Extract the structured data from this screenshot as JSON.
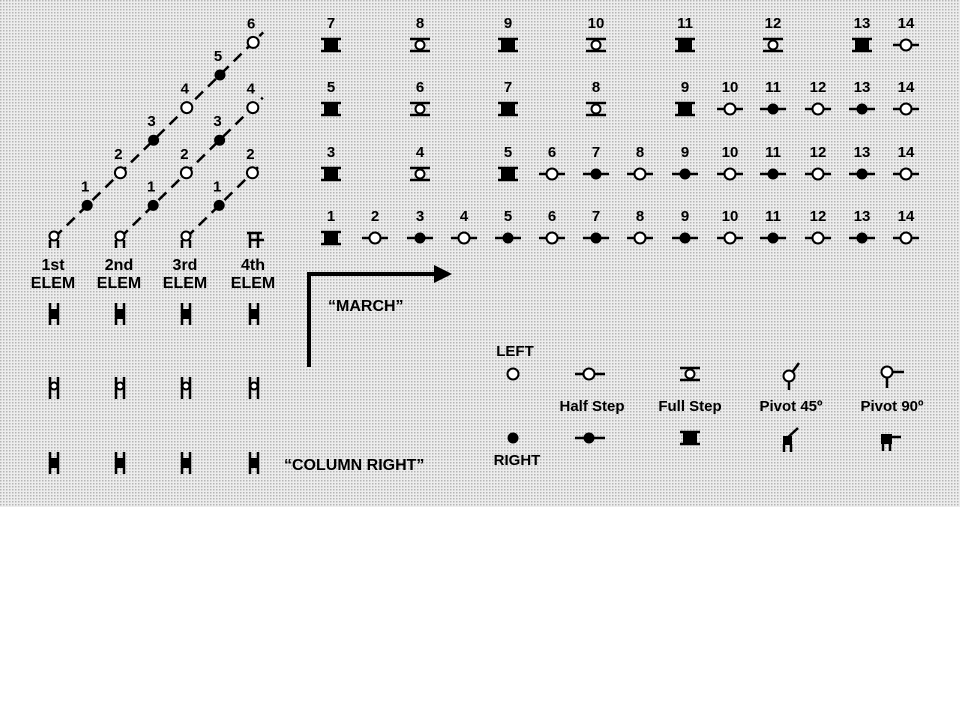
{
  "rows": [
    {
      "name": "row-1",
      "steps": [
        "1",
        "2",
        "3",
        "4",
        "5",
        "6",
        "7",
        "8",
        "9",
        "10",
        "11",
        "12",
        "13",
        "14"
      ],
      "kinds": [
        "full-right",
        "half-left",
        "half-right",
        "half-left",
        "half-right",
        "half-left",
        "half-right",
        "half-left",
        "half-right",
        "half-left",
        "half-right",
        "half-left",
        "half-right",
        "half-left"
      ]
    },
    {
      "name": "row-2",
      "steps": [
        "3",
        "",
        "4",
        "",
        "5",
        "6",
        "7",
        "8",
        "9",
        "10",
        "11",
        "12",
        "13",
        "14"
      ],
      "kinds": [
        "full-right",
        "",
        "full-left",
        "",
        "full-right",
        "half-left",
        "half-right",
        "half-left",
        "half-right",
        "half-left",
        "half-right",
        "half-left",
        "half-right",
        "half-left"
      ]
    },
    {
      "name": "row-3",
      "steps": [
        "5",
        "",
        "6",
        "",
        "7",
        "",
        "8",
        "",
        "9",
        "10",
        "11",
        "12",
        "13",
        "14"
      ],
      "kinds": [
        "full-right",
        "",
        "full-left",
        "",
        "full-right",
        "",
        "full-left",
        "",
        "full-right",
        "half-left",
        "half-right",
        "half-left",
        "half-right",
        "half-left"
      ]
    },
    {
      "name": "row-4",
      "steps": [
        "7",
        "",
        "8",
        "",
        "9",
        "",
        "10",
        "",
        "11",
        "",
        "12",
        "",
        "13",
        "14"
      ],
      "kinds": [
        "full-right",
        "",
        "full-left",
        "",
        "full-right",
        "",
        "full-left",
        "",
        "full-right",
        "",
        "full-left",
        "",
        "full-right",
        "half-left"
      ]
    }
  ],
  "diagonals": [
    {
      "name": "diagonal-1st-elem",
      "labels": [
        "1",
        "2",
        "3",
        "4",
        "5",
        "6"
      ]
    },
    {
      "name": "diagonal-2nd-elem",
      "labels": [
        "1",
        "2",
        "3",
        "4"
      ]
    },
    {
      "name": "diagonal-3rd-elem",
      "labels": [
        "1",
        "2"
      ]
    }
  ],
  "elements": [
    {
      "line1": "1st",
      "line2": "ELEM"
    },
    {
      "line1": "2nd",
      "line2": "ELEM"
    },
    {
      "line1": "3rd",
      "line2": "ELEM"
    },
    {
      "line1": "4th",
      "line2": "ELEM"
    }
  ],
  "commands": {
    "march": "“MARCH”",
    "column_right": "“COLUMN RIGHT”"
  },
  "legend": {
    "left": "LEFT",
    "right": "RIGHT",
    "half_step": "Half Step",
    "full_step": "Full Step",
    "pivot_45": "Pivot 45º",
    "pivot_90": "Pivot 90º"
  },
  "colors": {
    "background": "#d9d9d9",
    "ink": "#000000",
    "page": "#ffffff"
  }
}
